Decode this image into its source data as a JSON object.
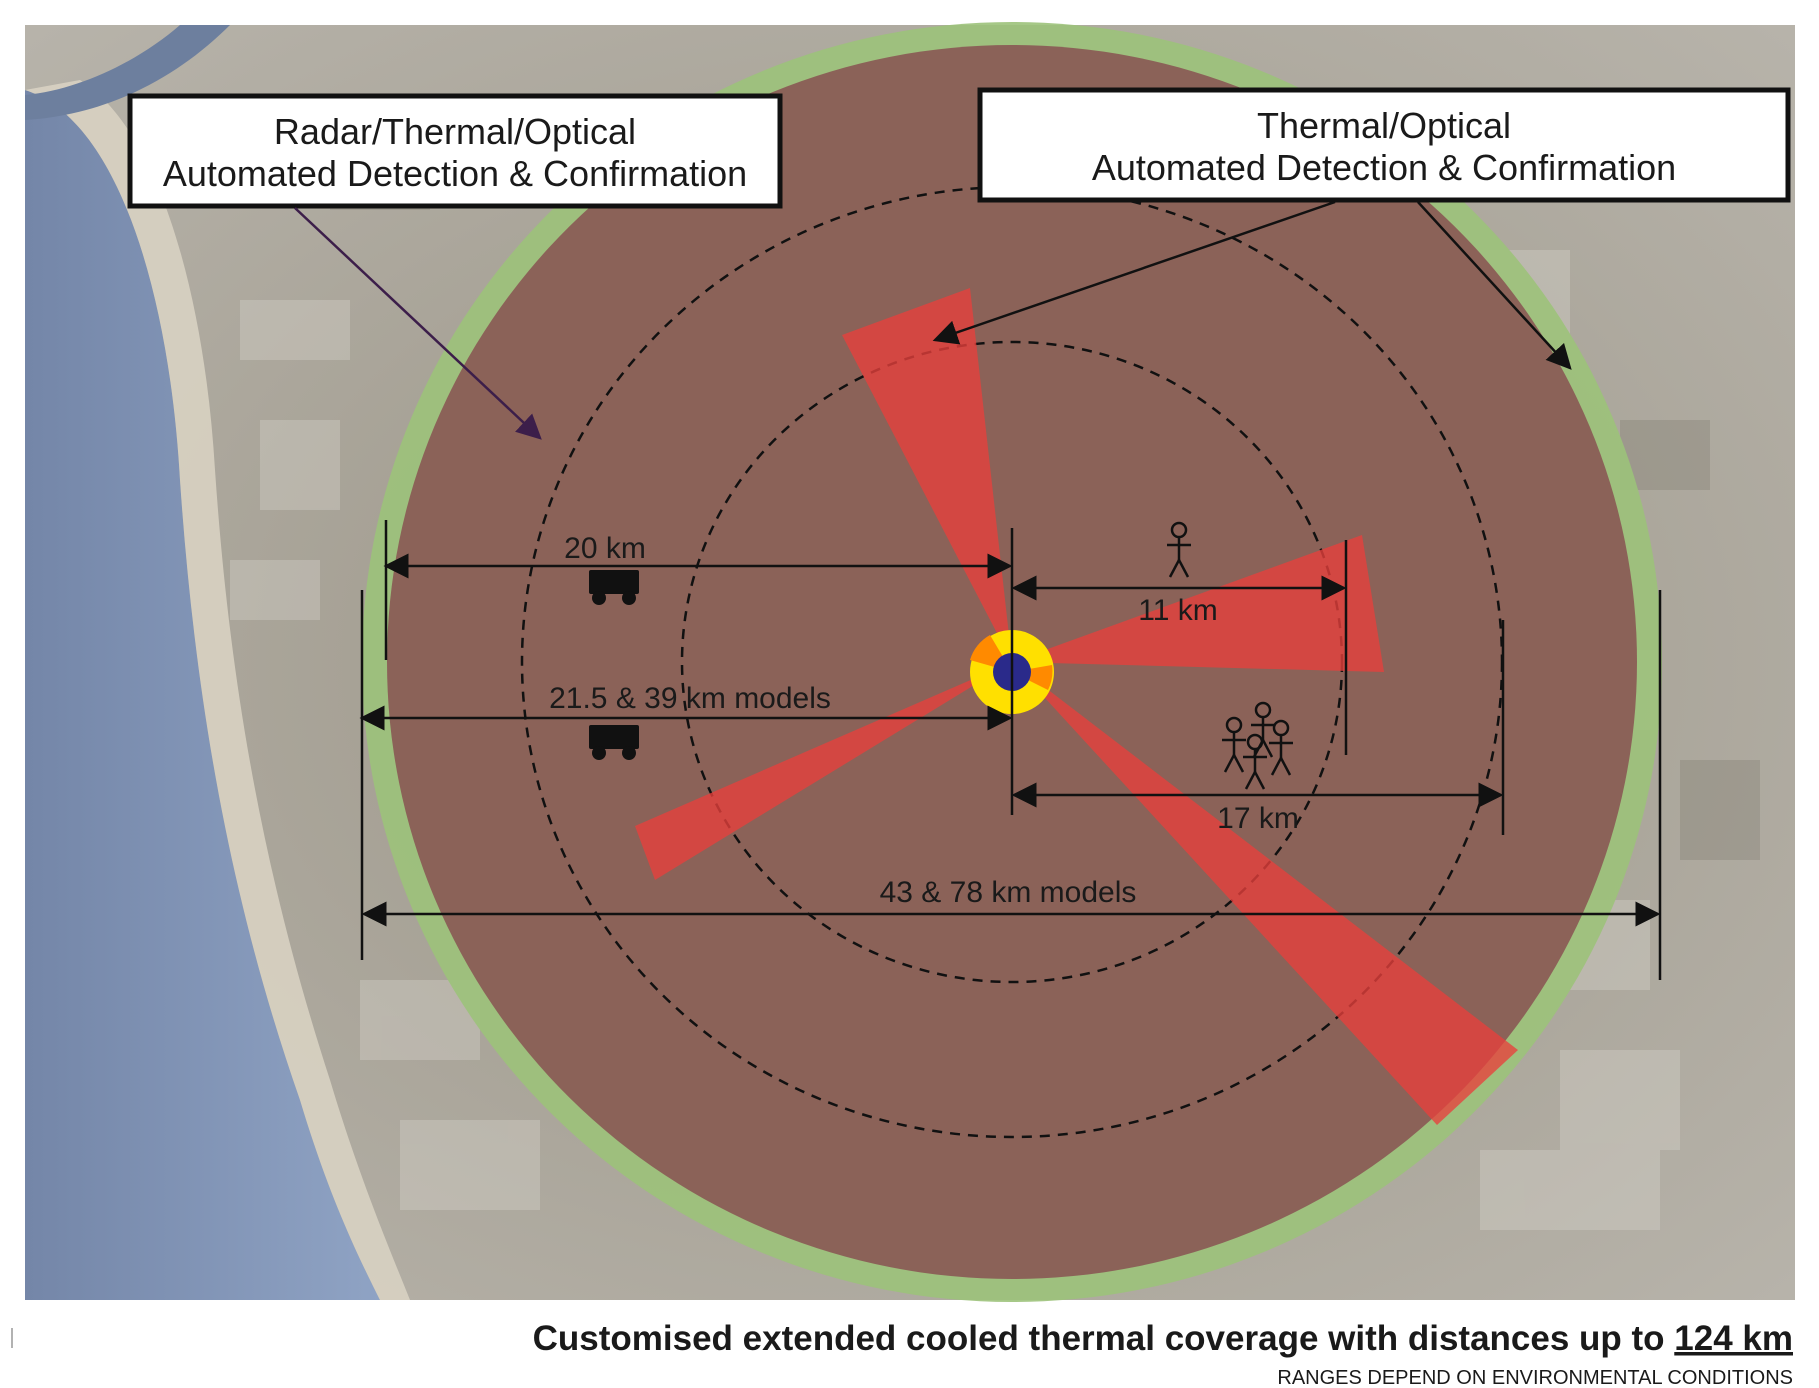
{
  "callouts": {
    "left": {
      "line1": "Radar/Thermal/Optical",
      "line2": "Automated Detection & Confirmation"
    },
    "right": {
      "line1": "Thermal/Optical",
      "line2": "Automated Detection & Confirmation"
    }
  },
  "dimensions": {
    "vehicle_20km": "20 km",
    "models_21_39": "21.5 & 39 km models",
    "person_11km": "11 km",
    "group_17km": "17 km",
    "models_43_78": "43 & 78 km models"
  },
  "caption": {
    "main_prefix": "Customised extended cooled thermal coverage with distances up to ",
    "main_emphasis": "124 km",
    "sub": "RANGES DEPEND ON ENVIRONMENTAL CONDITIONS"
  },
  "colors": {
    "outer_ring": "#9cc27a",
    "coverage_fill": "#8a5a55",
    "sector_red": "#e8403c",
    "center_yellow": "#ffe000",
    "center_orange": "#ff8a00",
    "center_blue": "#2a2a8a",
    "water": "#7f95b8",
    "land": "#a9a49a"
  },
  "icons": {
    "vehicle": "truck-icon",
    "person": "person-icon",
    "group": "group-icon"
  }
}
